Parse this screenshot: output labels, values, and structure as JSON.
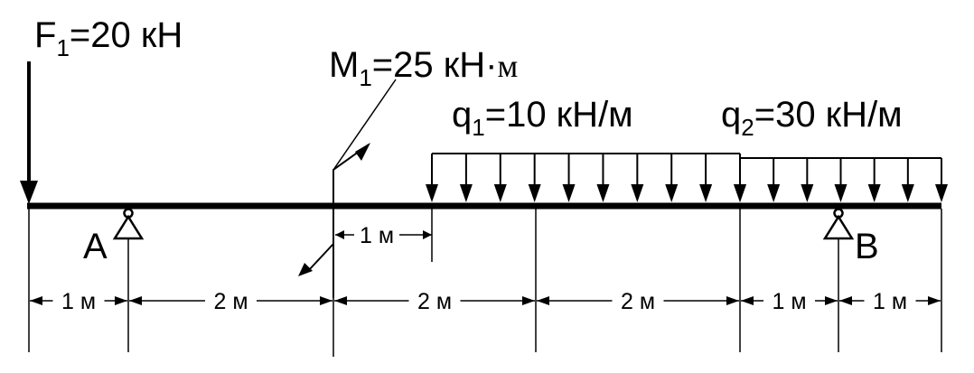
{
  "loads": {
    "force": {
      "symbol": "F",
      "sub": "1",
      "value": "=20 кН"
    },
    "moment": {
      "symbol": "M",
      "sub": "1",
      "value": "=25 кН",
      "unit_dot": "·",
      "unit_m": "м"
    },
    "q1": {
      "symbol": "q",
      "sub": "1",
      "value": "=10 кН/м"
    },
    "q2": {
      "symbol": "q",
      "sub": "2",
      "value": "=30 кН/м"
    }
  },
  "supports": {
    "a_label": "A",
    "b_label": "B"
  },
  "dimensions": {
    "offset_label": "1 м",
    "segments": [
      "1 м",
      "2 м",
      "2 м",
      "2 м",
      "1 м",
      "1 м"
    ]
  }
}
